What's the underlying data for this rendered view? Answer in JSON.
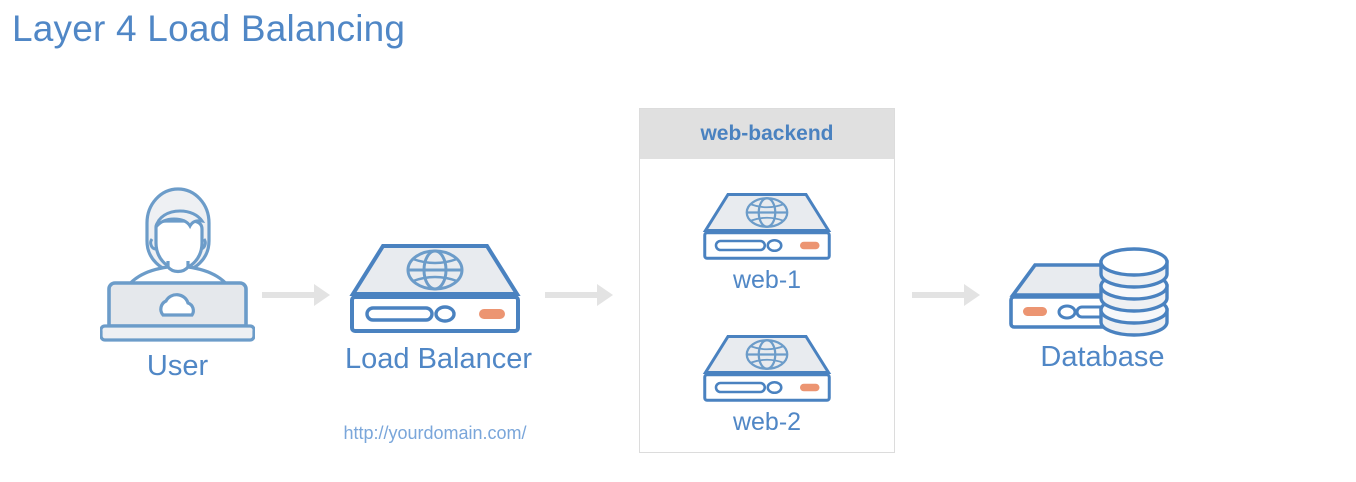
{
  "page": {
    "title": "Layer 4 Load Balancing",
    "background_color": "#ffffff",
    "accent_blue": "#5087c6",
    "icon_blue": "#4a82c0",
    "icon_fill": "#e8ebef",
    "indicator_orange": "#ec9572",
    "arrow_gray": "#e3e3e3",
    "group_header_gray": "#e0e0e0"
  },
  "nodes": {
    "user": {
      "label": "User",
      "icon": "user-laptop-icon"
    },
    "load_balancer": {
      "label": "Load Balancer",
      "url": "http://yourdomain.com/",
      "icon": "server-globe-icon"
    },
    "database": {
      "label": "Database",
      "icon": "database-server-icon"
    }
  },
  "backend_group": {
    "header": "web-backend",
    "servers": [
      {
        "label": "web-1",
        "icon": "server-globe-icon"
      },
      {
        "label": "web-2",
        "icon": "server-globe-icon"
      }
    ]
  },
  "arrows": [
    {
      "name": "arrow-user-to-load-balancer"
    },
    {
      "name": "arrow-load-balancer-to-backend"
    },
    {
      "name": "arrow-backend-to-database"
    }
  ]
}
